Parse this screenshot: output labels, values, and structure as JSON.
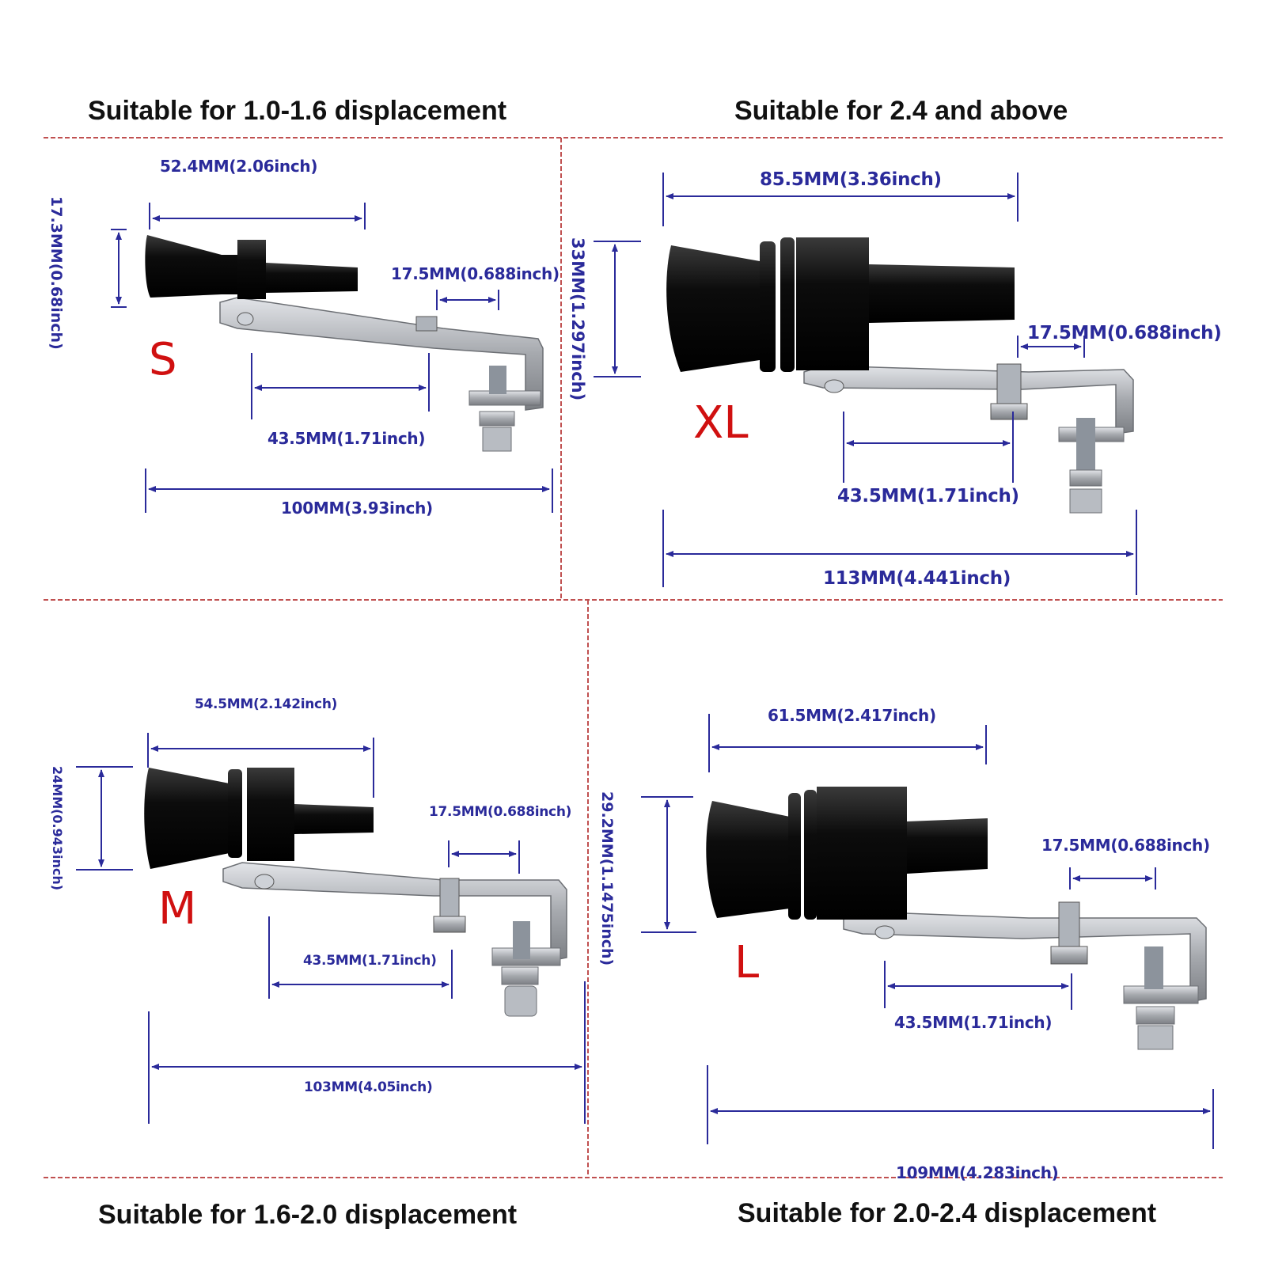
{
  "captions": {
    "top_left": "Suitable for 1.0-1.6 displacement",
    "top_right": "Suitable for 2.4 and above",
    "bottom_left": "Suitable for 1.6-2.0 displacement",
    "bottom_right": "Suitable for 2.0-2.4 displacement"
  },
  "products": {
    "s": {
      "size_label": "S",
      "body_length": "52.4MM(2.06inch)",
      "diameter": "17.3MM(0.68inch)",
      "slot": "17.5MM(0.688inch)",
      "hole_spacing": "43.5MM(1.71inch)",
      "total_length": "100MM(3.93inch)"
    },
    "xl": {
      "size_label": "XL",
      "body_length": "85.5MM(3.36inch)",
      "diameter": "33MM(1.297inch)",
      "slot": "17.5MM(0.688inch)",
      "hole_spacing": "43.5MM(1.71inch)",
      "total_length": "113MM(4.441inch)"
    },
    "m": {
      "size_label": "M",
      "body_length": "54.5MM(2.142inch)",
      "diameter": "24MM(0.943inch)",
      "slot": "17.5MM(0.688inch)",
      "hole_spacing": "43.5MM(1.71inch)",
      "total_length": "103MM(4.05inch)"
    },
    "l": {
      "size_label": "L",
      "body_length": "61.5MM(2.417inch)",
      "diameter": "29.2MM(1.1475inch)",
      "slot": "17.5MM(0.688inch)",
      "hole_spacing": "43.5MM(1.71inch)",
      "total_length": "109MM(4.283inch)"
    }
  },
  "colors": {
    "dimension": "#2a2a9a",
    "size_label": "#d01010",
    "divider": "#c05050"
  }
}
